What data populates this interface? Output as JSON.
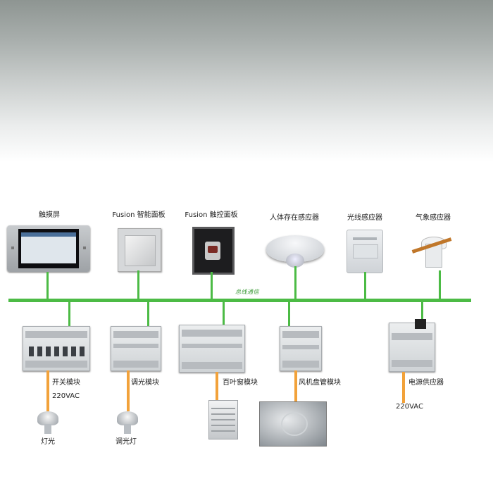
{
  "top_devices": [
    {
      "id": "touch",
      "label": "触摸屏"
    },
    {
      "id": "fusion_panel",
      "label": "Fusion 智能面板"
    },
    {
      "id": "fusion_touch",
      "label": "Fusion 触控面板"
    },
    {
      "id": "occupancy",
      "label": "人体存在感应器"
    },
    {
      "id": "light_sensor",
      "label": "光线感应器"
    },
    {
      "id": "weather",
      "label": "气象感应器"
    }
  ],
  "bus_label": "总线通信",
  "modules": [
    {
      "id": "switch",
      "label": "开关模块"
    },
    {
      "id": "dimmer",
      "label": "调光模块"
    },
    {
      "id": "shutter",
      "label": "百叶窗模块"
    },
    {
      "id": "fancoil",
      "label": "风机盘管模块"
    },
    {
      "id": "psu",
      "label": "电源供应器"
    }
  ],
  "voltage_labels": [
    "220VAC",
    "220VAC"
  ],
  "loads": [
    {
      "id": "lamp",
      "label": "灯光"
    },
    {
      "id": "dim_lamp",
      "label": "调光灯"
    }
  ],
  "colors": {
    "bus": "#4cbb45",
    "power": "#f2a23a"
  }
}
